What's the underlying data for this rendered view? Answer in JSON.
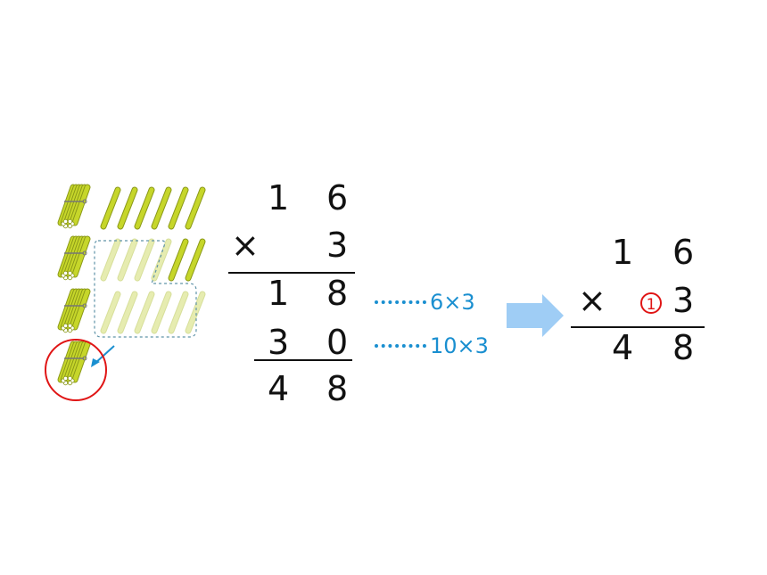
{
  "colors": {
    "stick": "#c6d62a",
    "stick_faded": "#e6ecb0",
    "stick_edge": "#8a9818",
    "highlight_circle": "#e01515",
    "annotation": "#1a8fd0",
    "transform_arrow": "#9fcdf5",
    "text": "#111111"
  },
  "illustration": {
    "name": "counting-sticks",
    "rows": [
      {
        "bundles": 1,
        "loose_sticks": 6,
        "loose_state": "normal"
      },
      {
        "bundles": 1,
        "loose_sticks": 6,
        "loose_state": "mostly-faded-grouped"
      },
      {
        "bundles": 1,
        "loose_sticks": 6,
        "loose_state": "faded-grouped"
      },
      {
        "bundles": 1,
        "loose_sticks": 0,
        "loose_state": "new-bundle-circled"
      }
    ]
  },
  "long_form": {
    "multiplicand": [
      "1",
      "6"
    ],
    "operator": "×",
    "multiplier": "3",
    "partial_ones": [
      "1",
      "8"
    ],
    "partial_tens": [
      "3",
      "0"
    ],
    "result": [
      "4",
      "8"
    ]
  },
  "annotations": {
    "ones_step": "6×3",
    "tens_step": "10×3"
  },
  "short_form": {
    "multiplicand": [
      "1",
      "6"
    ],
    "operator": "×",
    "carry": "1",
    "multiplier": "3",
    "result": [
      "4",
      "8"
    ]
  }
}
